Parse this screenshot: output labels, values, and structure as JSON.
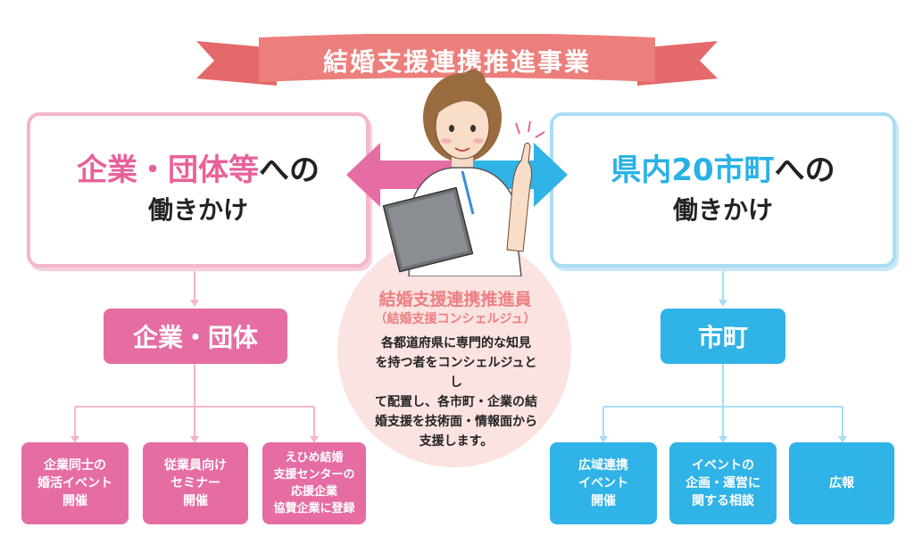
{
  "banner": {
    "title": "結婚支援連携推進事業"
  },
  "left": {
    "main_line1_colored": "企業・団体等",
    "main_line1_suffix": "への",
    "main_line2": "働きかけ",
    "sub_label": "企業・団体",
    "leaves": [
      {
        "lines": [
          "企業同士の",
          "婚活イベント",
          "開催"
        ]
      },
      {
        "lines": [
          "従業員向け",
          "セミナー",
          "開催"
        ]
      },
      {
        "lines": [
          "えひめ結婚",
          "支援センターの",
          "応援企業",
          "協賛企業に登録"
        ]
      }
    ]
  },
  "right": {
    "main_line1_colored": "県内20市町",
    "main_line1_suffix": "への",
    "main_line2": "働きかけ",
    "sub_label": "市町",
    "leaves": [
      {
        "lines": [
          "広域連携",
          "イベント",
          "開催"
        ]
      },
      {
        "lines": [
          "イベントの",
          "企画・運営に",
          "関する相談"
        ]
      },
      {
        "lines": [
          "広報"
        ]
      }
    ]
  },
  "center": {
    "title": "結婚支援連携推進員",
    "subtitle": "（結婚支援コンシェルジュ）",
    "body_lines": [
      "各都道府県に専門的な知見",
      "を持つ者をコンシェルジュとし",
      "て配置し、各市町・企業の結",
      "婚支援を技術面・情報面から",
      "支援します。"
    ]
  },
  "colors": {
    "pink": "#e56da3",
    "pink_light": "#f4b6cb",
    "blue": "#30b3e7",
    "blue_light": "#a9ddf3",
    "banner": "#ec7f7c",
    "circle": "#fbe3e1"
  }
}
